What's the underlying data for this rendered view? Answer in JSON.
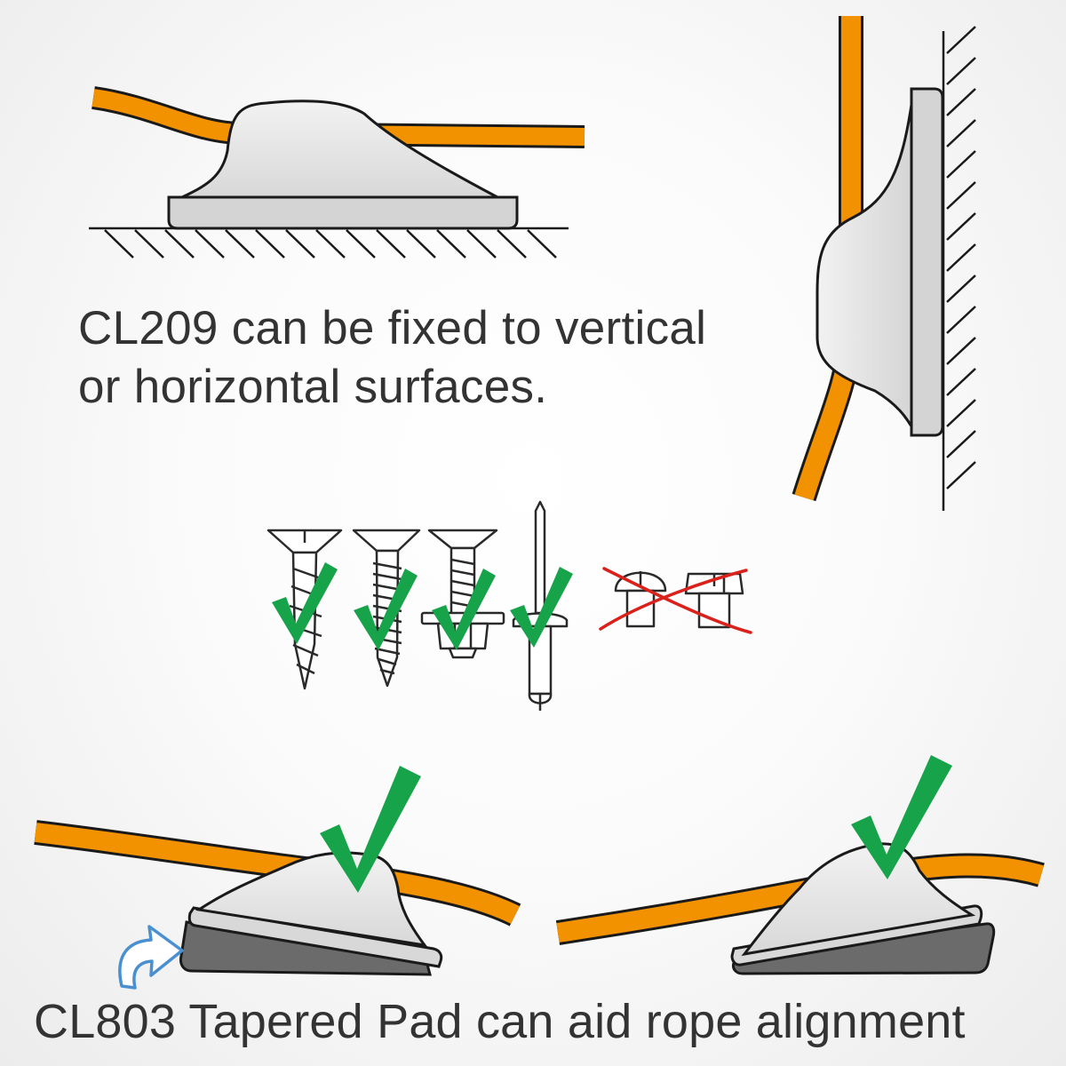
{
  "captions": {
    "surfaces_line1": "CL209 can be fixed to vertical",
    "surfaces_line2": "or horizontal surfaces.",
    "tapered_pad": "CL803 Tapered Pad can aid rope alignment"
  },
  "fasteners": [
    {
      "name": "countersunk-wood-screw",
      "status": "approved"
    },
    {
      "name": "countersunk-self-tapping-screw",
      "status": "approved"
    },
    {
      "name": "countersunk-bolt-with-nut",
      "status": "approved"
    },
    {
      "name": "pop-rivet",
      "status": "approved"
    },
    {
      "name": "round-head-screw",
      "status": "not-approved"
    },
    {
      "name": "cheese-head-screw",
      "status": "not-approved"
    }
  ],
  "colors": {
    "rope": "#f39200",
    "cleat": "#e4e4e4",
    "outline": "#1a1a1a",
    "tick": "#16a34a",
    "cross": "#d9221c",
    "pad": "#6b6b6b",
    "arrow": "#4a8fd0",
    "text": "#333333"
  },
  "icons": {
    "approved": "check-mark-icon",
    "rejected": "red-cross-icon",
    "pointer": "curved-arrow-icon"
  }
}
